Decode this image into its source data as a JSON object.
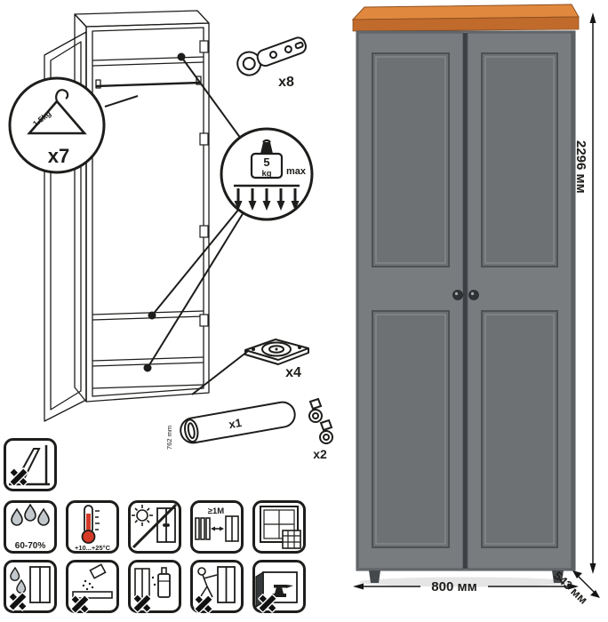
{
  "colors": {
    "line": "#1d1d1b",
    "body": "#74787b",
    "door": "#787c7f",
    "panel": "#6d7174",
    "panel-light": "#8e9295",
    "edge-dark": "#53575a",
    "gap": "#3c4043",
    "top-front": "#c06a2c",
    "top-surface": "#e0893e",
    "knob": "#2f3336",
    "leg": "#45494c",
    "red": "#d63a27"
  },
  "callouts": {
    "hanger": {
      "weight": "1.5kg",
      "qty": "x7"
    },
    "load": {
      "value": "5",
      "unit": "kg",
      "max_label": "max"
    }
  },
  "hardware": {
    "hinge_qty": "x8",
    "foot_qty": "x4",
    "rod_qty": "x1",
    "rod_length": "762 mm",
    "hook_qty": "x2"
  },
  "dimensions": {
    "height": "2296 мм",
    "width": "800 мм",
    "depth": "543 мм"
  },
  "care": {
    "humidity": "60-70%",
    "temperature": "+10...+25°C",
    "min_distance": "≥1M"
  },
  "icons": {
    "assembly": [
      "hanger-icon",
      "weight-icon",
      "hinge-hardware-icon",
      "foot-hardware-icon",
      "rod-hardware-icon",
      "hook-hardware-icon"
    ],
    "care": [
      "do-not-lean-icon",
      "humidity-icon",
      "temperature-range-icon",
      "no-direct-sunlight-icon",
      "min-distance-heater-icon",
      "ventilation-window-icon",
      "no-wet-cleaning-icon",
      "no-abrasive-cleaners-icon",
      "no-solvents-icon",
      "do-not-drag-icon",
      "no-heavy-objects-icon"
    ]
  }
}
